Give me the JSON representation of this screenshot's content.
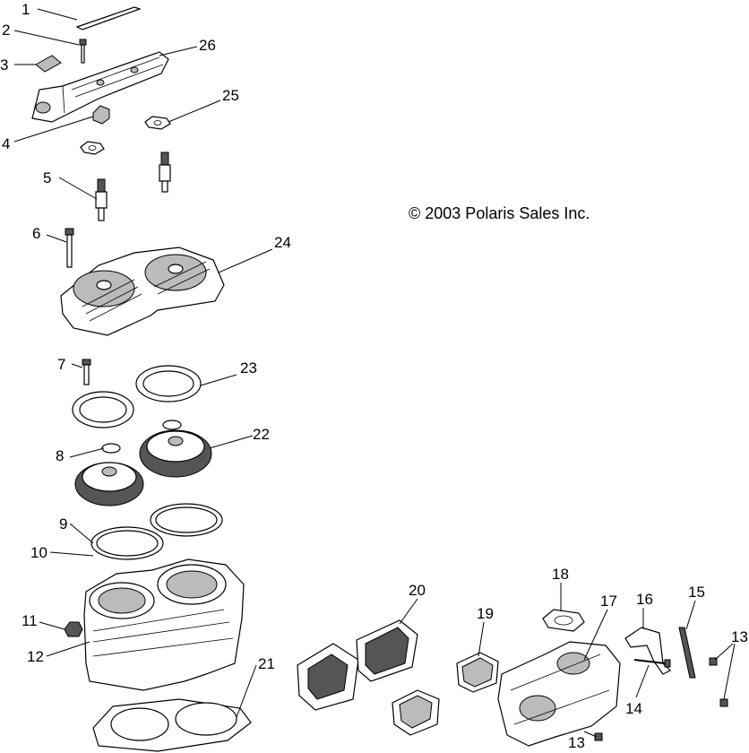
{
  "copyright": "© 2003 Polaris Sales Inc.",
  "callouts": [
    {
      "id": "c1",
      "label": "1"
    },
    {
      "id": "c2",
      "label": "2"
    },
    {
      "id": "c3",
      "label": "3"
    },
    {
      "id": "c4",
      "label": "4"
    },
    {
      "id": "c5",
      "label": "5"
    },
    {
      "id": "c6",
      "label": "6"
    },
    {
      "id": "c7",
      "label": "7"
    },
    {
      "id": "c8",
      "label": "8"
    },
    {
      "id": "c9",
      "label": "9"
    },
    {
      "id": "c10",
      "label": "10"
    },
    {
      "id": "c11",
      "label": "11"
    },
    {
      "id": "c12",
      "label": "12"
    },
    {
      "id": "c13a",
      "label": "13"
    },
    {
      "id": "c13b",
      "label": "13"
    },
    {
      "id": "c14",
      "label": "14"
    },
    {
      "id": "c15",
      "label": "15"
    },
    {
      "id": "c16",
      "label": "16"
    },
    {
      "id": "c17",
      "label": "17"
    },
    {
      "id": "c18",
      "label": "18"
    },
    {
      "id": "c19",
      "label": "19"
    },
    {
      "id": "c20",
      "label": "20"
    },
    {
      "id": "c21",
      "label": "21"
    },
    {
      "id": "c22",
      "label": "22"
    },
    {
      "id": "c23",
      "label": "23"
    },
    {
      "id": "c24",
      "label": "24"
    },
    {
      "id": "c25",
      "label": "25"
    },
    {
      "id": "c26",
      "label": "26"
    }
  ]
}
